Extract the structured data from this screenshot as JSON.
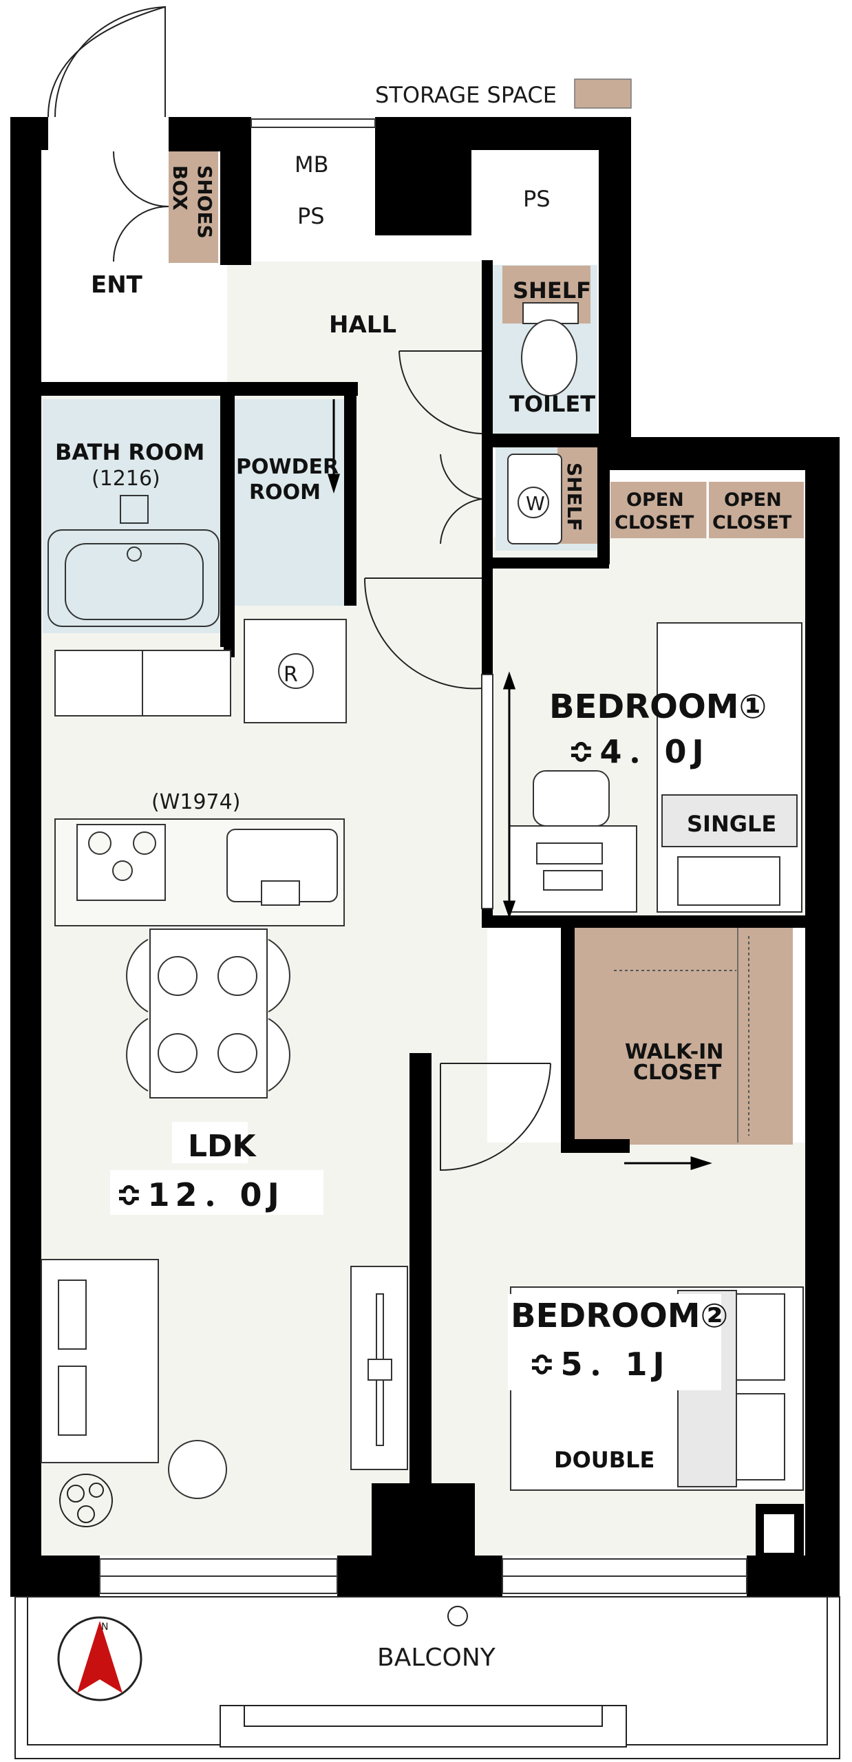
{
  "legend": {
    "label": "STORAGE SPACE",
    "color": "#c8ac98"
  },
  "colors": {
    "wall": "#000000",
    "floor": "#f4f4ef",
    "wet": "#dde9ec",
    "storage": "#c8ac98"
  },
  "rooms": {
    "ent": "ENT",
    "shoes_box": [
      "SHOES",
      "BOX"
    ],
    "mb": "MB",
    "ps_left": "PS",
    "ps_right": "PS",
    "hall": "HALL",
    "shelf_toilet": "SHELF",
    "toilet": "TOILET",
    "bath": "BATH ROOM",
    "bath_size": "(1216)",
    "powder": [
      "POWDER",
      "ROOM"
    ],
    "washer": "W",
    "shelf_powder": "SHELF",
    "open_closet_1": [
      "OPEN",
      "CLOSET"
    ],
    "open_closet_2": [
      "OPEN",
      "CLOSET"
    ],
    "fridge": "R",
    "bedroom1": "BEDROOM①",
    "bedroom1_area": "≎4．0J",
    "single": "SINGLE",
    "kitchen_width": "(W1974)",
    "walkin": [
      "WALK-IN",
      "CLOSET"
    ],
    "ldk": "LDK",
    "ldk_area": "≎12．0J",
    "bedroom2": "BEDROOM②",
    "bedroom2_area": "≎5．1J",
    "double": "DOUBLE",
    "balcony": "BALCONY",
    "compass": "N"
  }
}
